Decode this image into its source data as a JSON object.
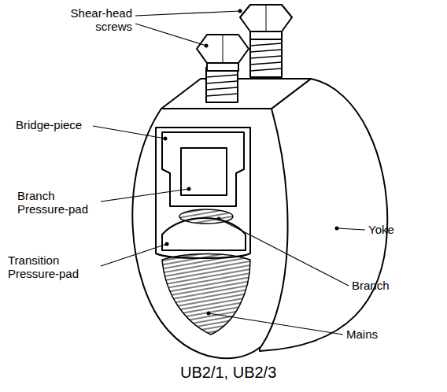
{
  "diagram": {
    "caption": "UB2/1, UB2/3",
    "labels": [
      "Shear-head screws",
      "Bridge-piece",
      "Branch Pressure-pad",
      "Transition Pressure-pad",
      "Yoke",
      "Branch",
      "Mains"
    ]
  }
}
